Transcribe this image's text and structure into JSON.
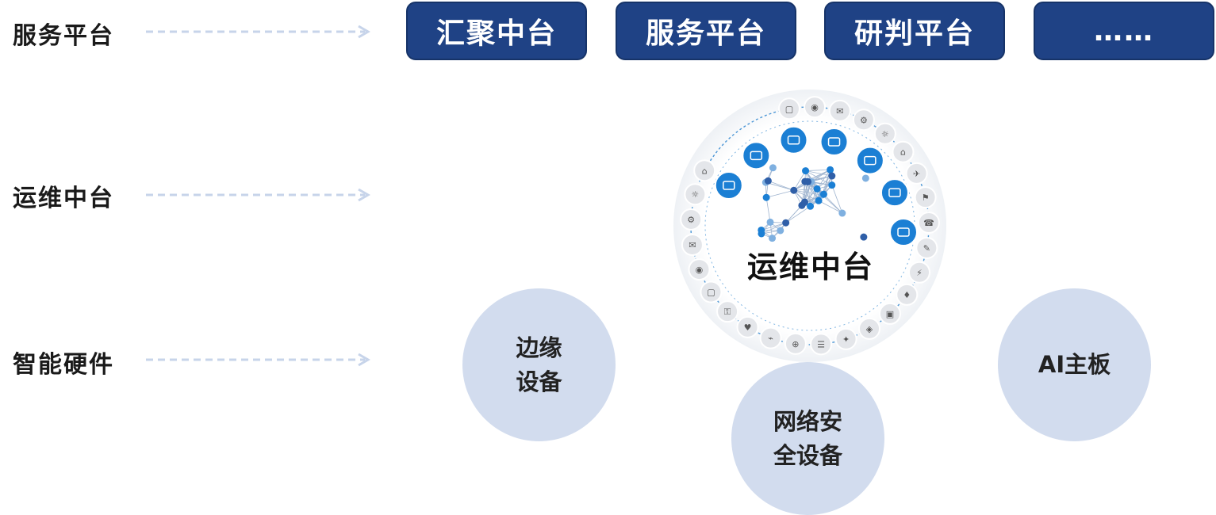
{
  "rows": [
    {
      "label": "服务平台"
    },
    {
      "label": "运维中台"
    },
    {
      "label": "智能硬件"
    }
  ],
  "platforms": [
    {
      "label": "汇聚中台"
    },
    {
      "label": "服务平台"
    },
    {
      "label": "研判平台"
    },
    {
      "label": "……"
    }
  ],
  "hub": {
    "title": "运维中台"
  },
  "hardware": [
    {
      "line1": "边缘",
      "line2": "设备"
    },
    {
      "line1": "网络安",
      "line2": "全设备"
    },
    {
      "line1": "AI主板",
      "line2": ""
    }
  ],
  "colors": {
    "platform_fill": "#1f4285",
    "hardware_fill": "#d2dcee",
    "arrow": "#c7d4ea",
    "hub_ring": "#4d97d6",
    "hub_node_blue": "#1b7fd4",
    "hub_node_gray": "#e4e6ea"
  }
}
